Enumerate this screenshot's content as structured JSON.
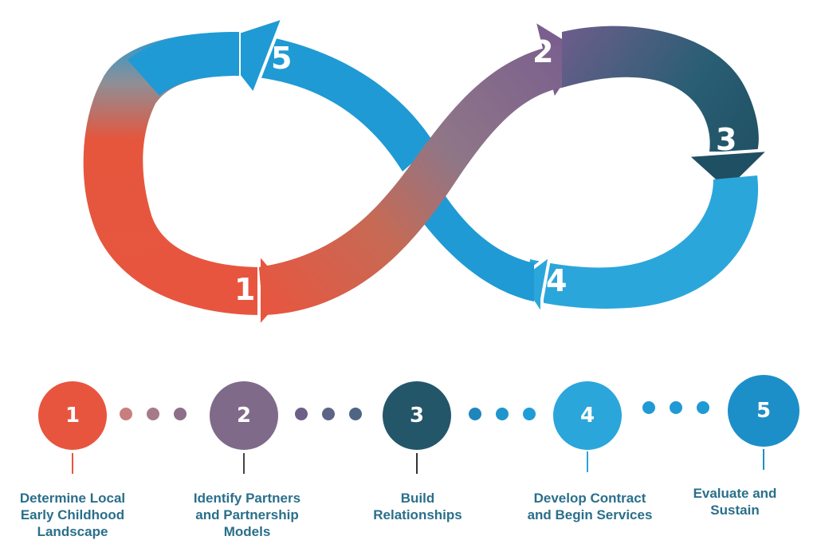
{
  "loop_numbers": {
    "n1": "1",
    "n2": "2",
    "n3": "3",
    "n4": "4",
    "n5": "5"
  },
  "colors": {
    "step1": "#e8553f",
    "step2": "#7f6a8a",
    "step3": "#24566a",
    "step4": "#2ba6db",
    "step5": "#1c8fc9",
    "label": "#2a6f8a"
  },
  "steps": [
    {
      "number": "1",
      "label": "Determine Local\nEarly Childhood\nLandscape"
    },
    {
      "number": "2",
      "label": "Identify Partners\nand Partnership\nModels"
    },
    {
      "number": "3",
      "label": "Build\nRelationships"
    },
    {
      "number": "4",
      "label": "Develop Contract\nand Begin Services"
    },
    {
      "number": "5",
      "label": "Evaluate and\nSustain"
    }
  ]
}
